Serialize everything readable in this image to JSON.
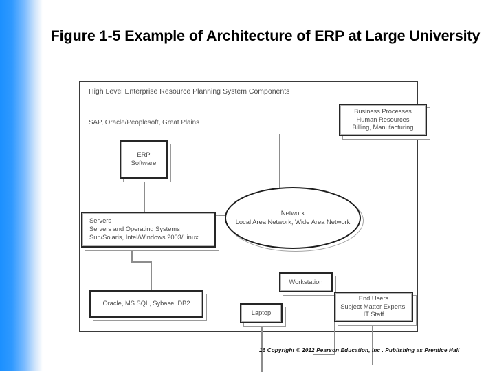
{
  "slide": {
    "title": "Figure 1-5  Example of Architecture of ERP at Large University",
    "footer": "16   Copyright © 2012 Pearson Education, Inc . Publishing as Prentice Hall",
    "accent_color": "#1b90ff",
    "background_color": "#ffffff"
  },
  "diagram": {
    "heading": "High Level Enterprise Resource Planning System Components",
    "subheading": "SAP, Oracle/Peoplesoft, Great Plains",
    "border_color": "#3a3a3a",
    "nodes": {
      "erp_software": "ERP\nSoftware",
      "erp_software_line1": "ERP",
      "erp_software_line2": "Software",
      "business_processes_line1": "Business Processes",
      "business_processes_line2": "Human Resources",
      "business_processes_line3": "Billing, Manufacturing",
      "servers_line1": "Servers",
      "servers_line2": "Servers and Operating Systems",
      "servers_line3": "Sun/Solaris, Intel/Windows 2003/Linux",
      "network_line1": "Network",
      "network_line2": "Local Area Network, Wide Area Network",
      "database": "Oracle, MS SQL, Sybase, DB2",
      "laptop": "Laptop",
      "workstation": "Workstation",
      "end_users_line1": "End Users",
      "end_users_line2": "Subject Matter Experts,",
      "end_users_line3": "IT Staff"
    }
  }
}
